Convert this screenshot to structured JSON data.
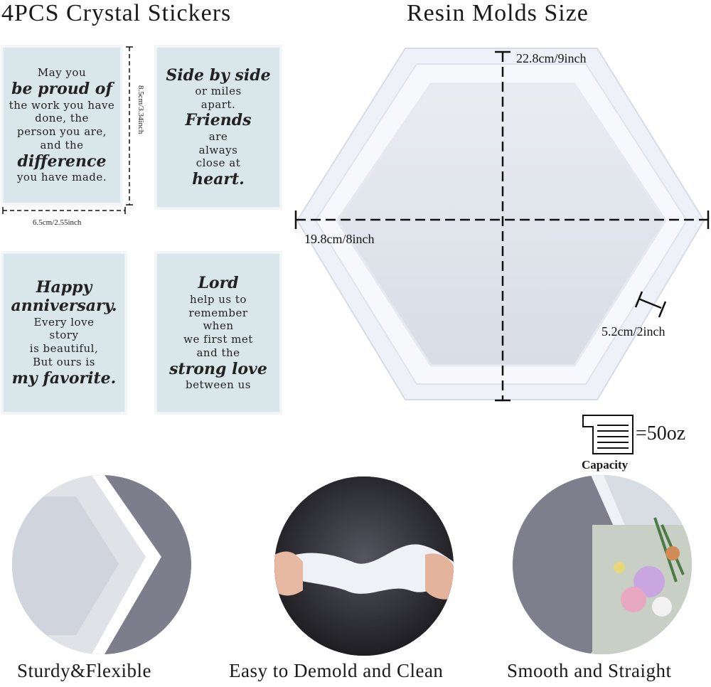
{
  "headings": {
    "stickers": "4PCS Crystal Stickers",
    "molds": "Resin Molds Size"
  },
  "stickers": [
    {
      "lines": [
        {
          "text": "May you",
          "style": "plain"
        },
        {
          "text": "be proud of",
          "style": "fancy"
        },
        {
          "text": "the work you have",
          "style": "plain"
        },
        {
          "text": "done, the",
          "style": "plain"
        },
        {
          "text": "person you are,",
          "style": "plain"
        },
        {
          "text": "and the",
          "style": "plain"
        },
        {
          "text": "difference",
          "style": "fancy"
        },
        {
          "text": "you have made.",
          "style": "plain"
        }
      ]
    },
    {
      "lines": [
        {
          "text": "Side by side",
          "style": "fancy"
        },
        {
          "text": "or miles",
          "style": "plain"
        },
        {
          "text": "apart.",
          "style": "plain"
        },
        {
          "text": "Friends",
          "style": "fancy"
        },
        {
          "text": "are",
          "style": "plain"
        },
        {
          "text": "always",
          "style": "plain"
        },
        {
          "text": "close at",
          "style": "plain"
        },
        {
          "text": "heart.",
          "style": "fancy"
        }
      ]
    },
    {
      "lines": [
        {
          "text": "Happy",
          "style": "fancy"
        },
        {
          "text": "anniversary.",
          "style": "fancy"
        },
        {
          "text": "Every love",
          "style": "plain"
        },
        {
          "text": "story",
          "style": "plain"
        },
        {
          "text": "is beautiful,",
          "style": "plain"
        },
        {
          "text": "But ours is",
          "style": "plain"
        },
        {
          "text": "my favorite.",
          "style": "fancy"
        }
      ]
    },
    {
      "lines": [
        {
          "text": "Lord",
          "style": "fancy"
        },
        {
          "text": "help us to",
          "style": "plain"
        },
        {
          "text": "remember",
          "style": "plain"
        },
        {
          "text": "when",
          "style": "plain"
        },
        {
          "text": "we first met",
          "style": "plain"
        },
        {
          "text": "and the",
          "style": "plain"
        },
        {
          "text": "strong love",
          "style": "fancy"
        },
        {
          "text": "between us",
          "style": "plain"
        }
      ]
    }
  ],
  "sticker_dims": {
    "height": "8.5cm/3.34inch",
    "width": "6.5cm/2.55inch"
  },
  "mold_dims": {
    "height": "22.8cm/9inch",
    "width": "19.8cm/8inch",
    "depth": "5.2cm/2inch"
  },
  "capacity": {
    "value": "=50oz",
    "label": "Capacity"
  },
  "features": {
    "sturdy": "Sturdy&Flexible",
    "demold": "Easy to Demold and Clean",
    "smooth": "Smooth and Straight"
  },
  "icons": {
    "capacity": "measuring-cup-icon"
  }
}
